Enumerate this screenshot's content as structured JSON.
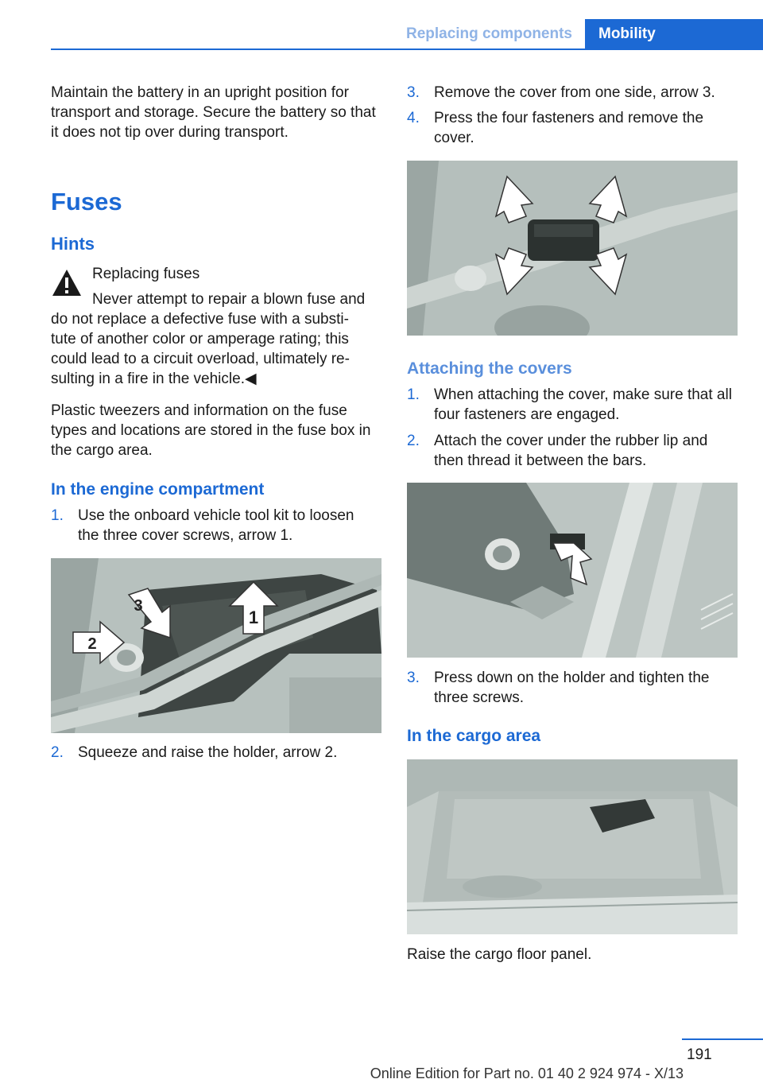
{
  "header": {
    "section": "Replacing components",
    "chapter": "Mobility"
  },
  "left": {
    "intro": "Maintain the battery in an upright position for transport and storage. Secure the battery so that it does not tip over during transport.",
    "h_fuses": "Fuses",
    "h_hints": "Hints",
    "warning_title": "Replacing fuses",
    "warning_line1": "Never attempt to repair a blown fuse and",
    "warning_line2": "do not replace a defective fuse with a substi‐",
    "warning_line3": "tute of another color or amperage rating; this",
    "warning_line4": "could lead to a circuit overload, ultimately re‐",
    "warning_line5": "sulting in a fire in the vehicle.◀",
    "tweezers": "Plastic tweezers and information on the fuse types and locations are stored in the fuse box in the cargo area.",
    "h_engine": "In the engine compartment",
    "step1_num": "1.",
    "step1": "Use the onboard vehicle tool kit to loosen the three cover screws, arrow 1.",
    "arrow_labels": [
      "1",
      "2",
      "3"
    ],
    "step2_num": "2.",
    "step2": "Squeeze and raise the holder, arrow 2."
  },
  "right": {
    "step3_num": "3.",
    "step3": "Remove the cover from one side, arrow 3.",
    "step4_num": "4.",
    "step4": "Press the four fasteners and remove the cover.",
    "h_attach": "Attaching the covers",
    "a1_num": "1.",
    "a1": "When attaching the cover, make sure that all four fasteners are engaged.",
    "a2_num": "2.",
    "a2": "Attach the cover under the rubber lip and then thread it between the bars.",
    "a3_num": "3.",
    "a3": "Press down on the holder and tighten the three screws.",
    "h_cargo": "In the cargo area",
    "raise": "Raise the cargo floor panel."
  },
  "footer": {
    "page": "191",
    "edition": "Online Edition for Part no. 01 40 2 924 974 - X/13"
  },
  "colors": {
    "accent": "#1c69d4"
  }
}
